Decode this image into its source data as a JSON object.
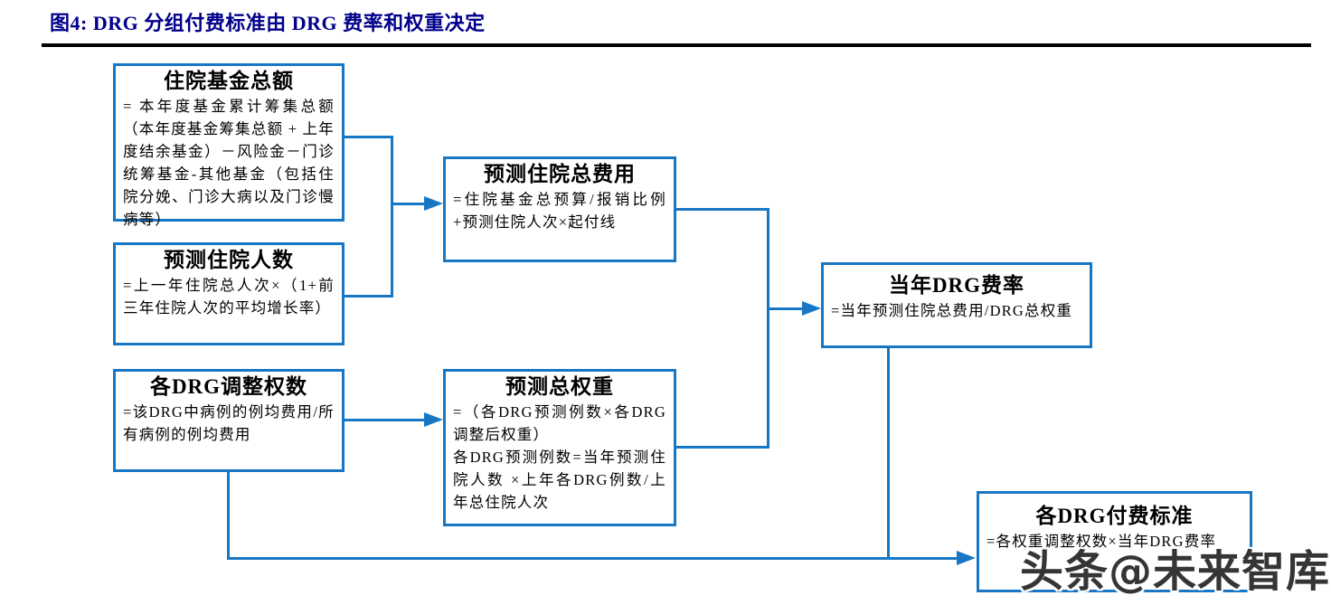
{
  "header": {
    "figure_title": "图4:  DRG 分组付费标准由 DRG 费率和权重决定"
  },
  "colors": {
    "accent_blue": "#1777C4",
    "title_navy": "#00008B",
    "rule_black": "#000000",
    "watermark_gray": "#353535"
  },
  "boxes": {
    "fund": {
      "title": "住院基金总额",
      "body": "= 本年度基金累计筹集总额（本年度基金筹集总额 + 上年度结余基金）－风险金－门诊统筹基金-其他基金（包括住院分娩、门诊大病以及门诊慢病等）"
    },
    "inpatients": {
      "title": "预测住院人数",
      "body": "=上一年住院总人次×（1+前三年住院人次的平均增长率）"
    },
    "totalcost": {
      "title": "预测住院总费用",
      "body": "=住院基金总预算/报销比例+预测住院人次×起付线"
    },
    "weightadj": {
      "title": "各DRG调整权数",
      "body": "=该DRG中病例的例均费用/所有病例的例均费用"
    },
    "totalweight": {
      "title": "预测总权重",
      "body": "=（各DRG预测例数×各DRG调整后权重）\n各DRG预测例数=当年预测住院人数 ×上年各DRG例数/上年总住院人次"
    },
    "rate": {
      "title": "当年DRG费率",
      "body": "=当年预测住院总费用/DRG总权重"
    },
    "standard": {
      "title": "各DRG付费标准",
      "body": "=各权重调整权数×当年DRG费率"
    }
  },
  "watermark": "头条@未来智库"
}
